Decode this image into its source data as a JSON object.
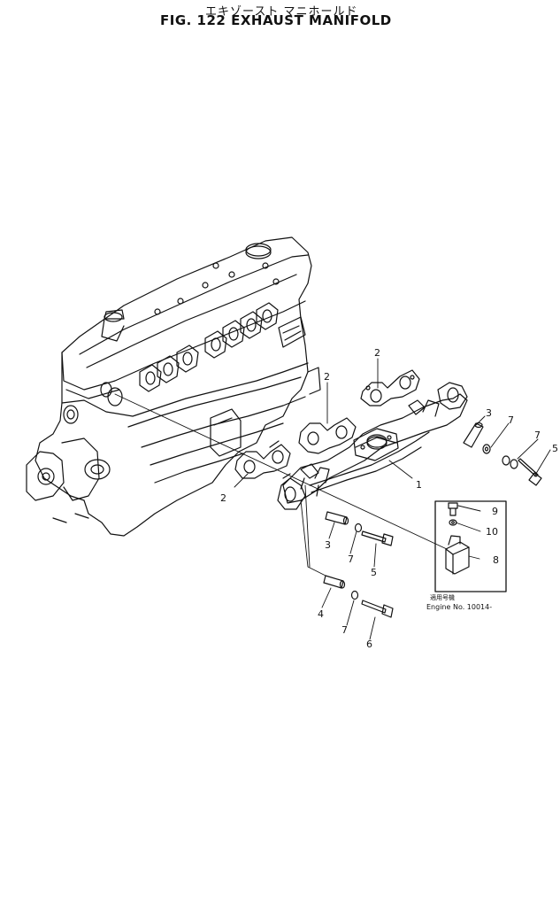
{
  "header": {
    "title_jp": "エキゾースト マニホールド",
    "title_en": "FIG. 122  EXHAUST MANIFOLD"
  },
  "callouts": [
    "1",
    "2",
    "3",
    "4",
    "5",
    "6",
    "7",
    "8",
    "9",
    "10"
  ],
  "inset": {
    "applicability_jp": "適用号機",
    "engine_no": "Engine No. 10014-"
  },
  "colors": {
    "line": "#111111",
    "background": "#ffffff"
  }
}
